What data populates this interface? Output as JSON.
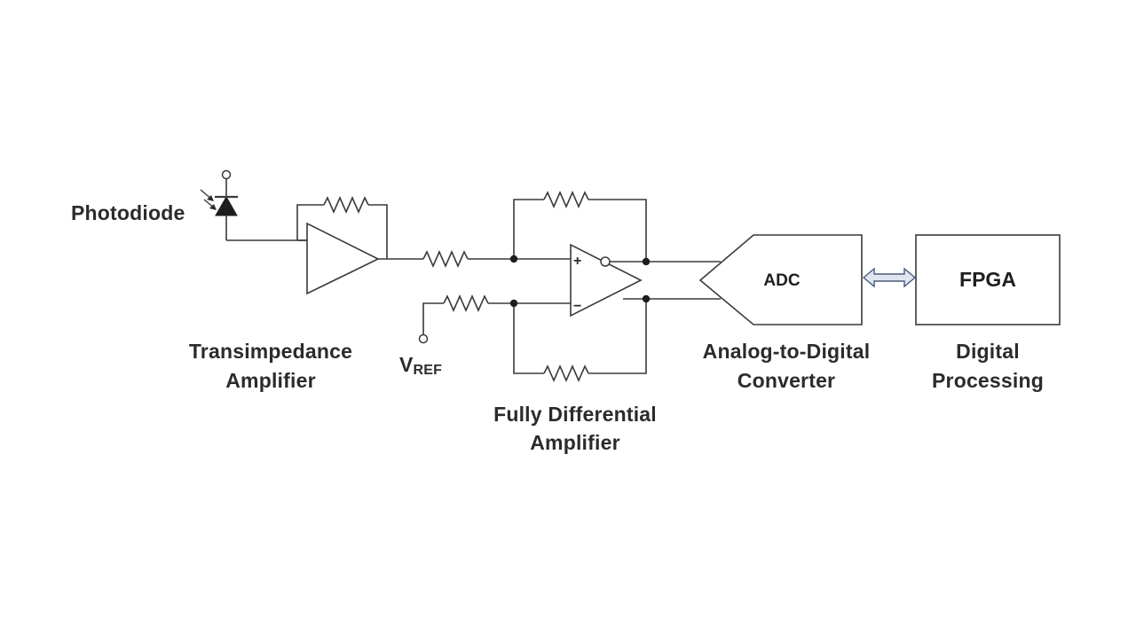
{
  "labels": {
    "photodiode": "Photodiode",
    "tia_line1": "Transimpedance",
    "tia_line2": "Amplifier",
    "vref_main": "V",
    "vref_sub": "REF",
    "fda_line1": "Fully Differential",
    "fda_line2": "Amplifier",
    "adc_block": "ADC",
    "adc_line1": "Analog-to-Digital",
    "adc_line2": "Converter",
    "fpga_block": "FPGA",
    "fpga_line1": "Digital",
    "fpga_line2": "Processing",
    "plus_sign": "+",
    "minus_sign": "−"
  },
  "colors": {
    "line": "#3a3a3a",
    "text": "#2b2b2b",
    "arrow_fill": "#dfe6f2",
    "arrow_stroke": "#4a5a7a",
    "background": "#ffffff"
  }
}
